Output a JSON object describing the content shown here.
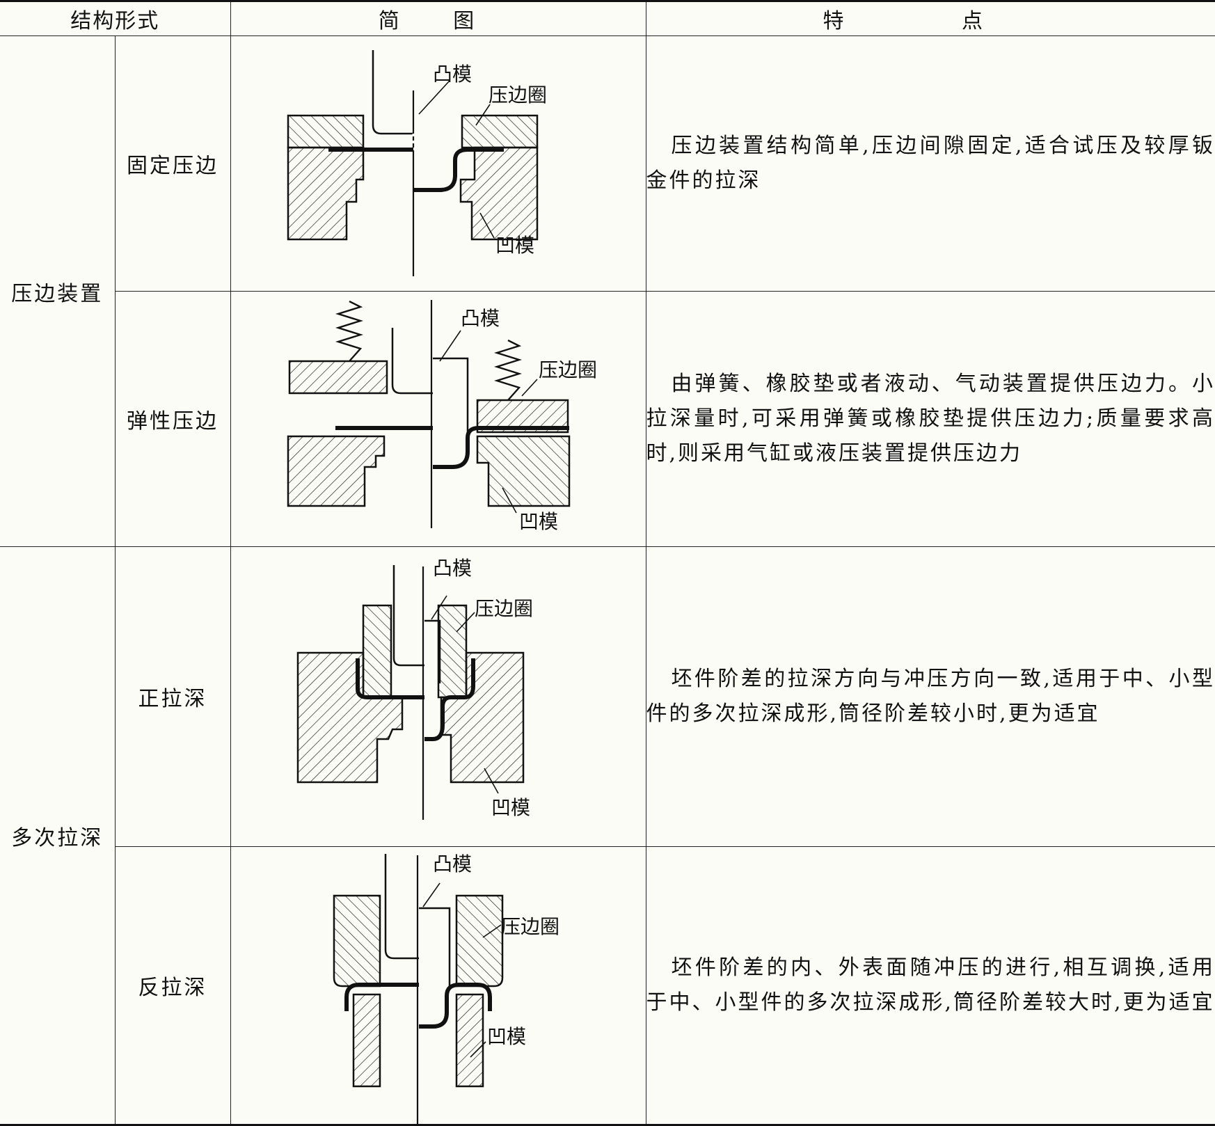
{
  "header": {
    "structure": "结构形式",
    "diagram": "简 图",
    "features": "特 点"
  },
  "labels": {
    "punch": "凸模",
    "blank_holder": "压边圈",
    "die": "凹模"
  },
  "groups": [
    {
      "name": "压边装置",
      "rows": [
        {
          "type": "固定压边",
          "description": "压边装置结构简单,压边间隙固定,适合试压及较厚钣金件的拉深"
        },
        {
          "type": "弹性压边",
          "description": "由弹簧、橡胶垫或者液动、气动装置提供压边力。小拉深量时,可采用弹簧或橡胶垫提供压边力;质量要求高时,则采用气缸或液压装置提供压边力"
        }
      ]
    },
    {
      "name": "多次拉深",
      "rows": [
        {
          "type": "正拉深",
          "description": "坯件阶差的拉深方向与冲压方向一致,适用于中、小型件的多次拉深成形,筒径阶差较小时,更为适宜"
        },
        {
          "type": "反拉深",
          "description": "坯件阶差的内、外表面随冲压的进行,相互调换,适用于中、小型件的多次拉深成形,筒径阶差较大时,更为适宜"
        }
      ]
    }
  ]
}
